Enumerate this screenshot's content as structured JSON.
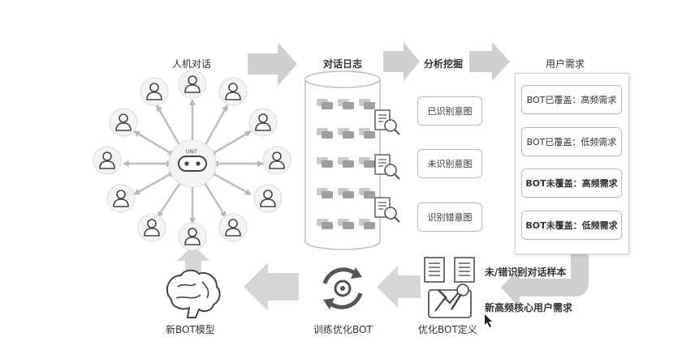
{
  "headers": {
    "human_dialog": "人机对话",
    "dialog_log": "对话日志",
    "analysis": "分析挖掘",
    "user_needs": "用户需求"
  },
  "robot_tag": "UNIT",
  "intents": [
    "已识别意图",
    "未识别意图",
    "识别错意图"
  ],
  "needs": [
    {
      "label": "BOT已覆盖：高频需求",
      "bold": false
    },
    {
      "label": "BOT已覆盖：低频需求",
      "bold": false
    },
    {
      "label": "BOT未覆盖：高频需求",
      "bold": true
    },
    {
      "label": "BOT未覆盖：低频需求",
      "bold": true
    }
  ],
  "samples_label": "未/错识别对话样本",
  "core_needs_label": "新高频核心用户需求",
  "bottom": {
    "optimize_bot": "优化BOT定义",
    "train_bot": "训练优化BOT",
    "new_bot": "新BOT模型"
  },
  "icons": [
    "user-icon",
    "robot-icon",
    "cylinder-database-icon",
    "chat-bubble-icon",
    "document-search-icon",
    "document-icon",
    "tools-icon",
    "gear-cycle-icon",
    "brain-icon",
    "cursor-icon"
  ]
}
